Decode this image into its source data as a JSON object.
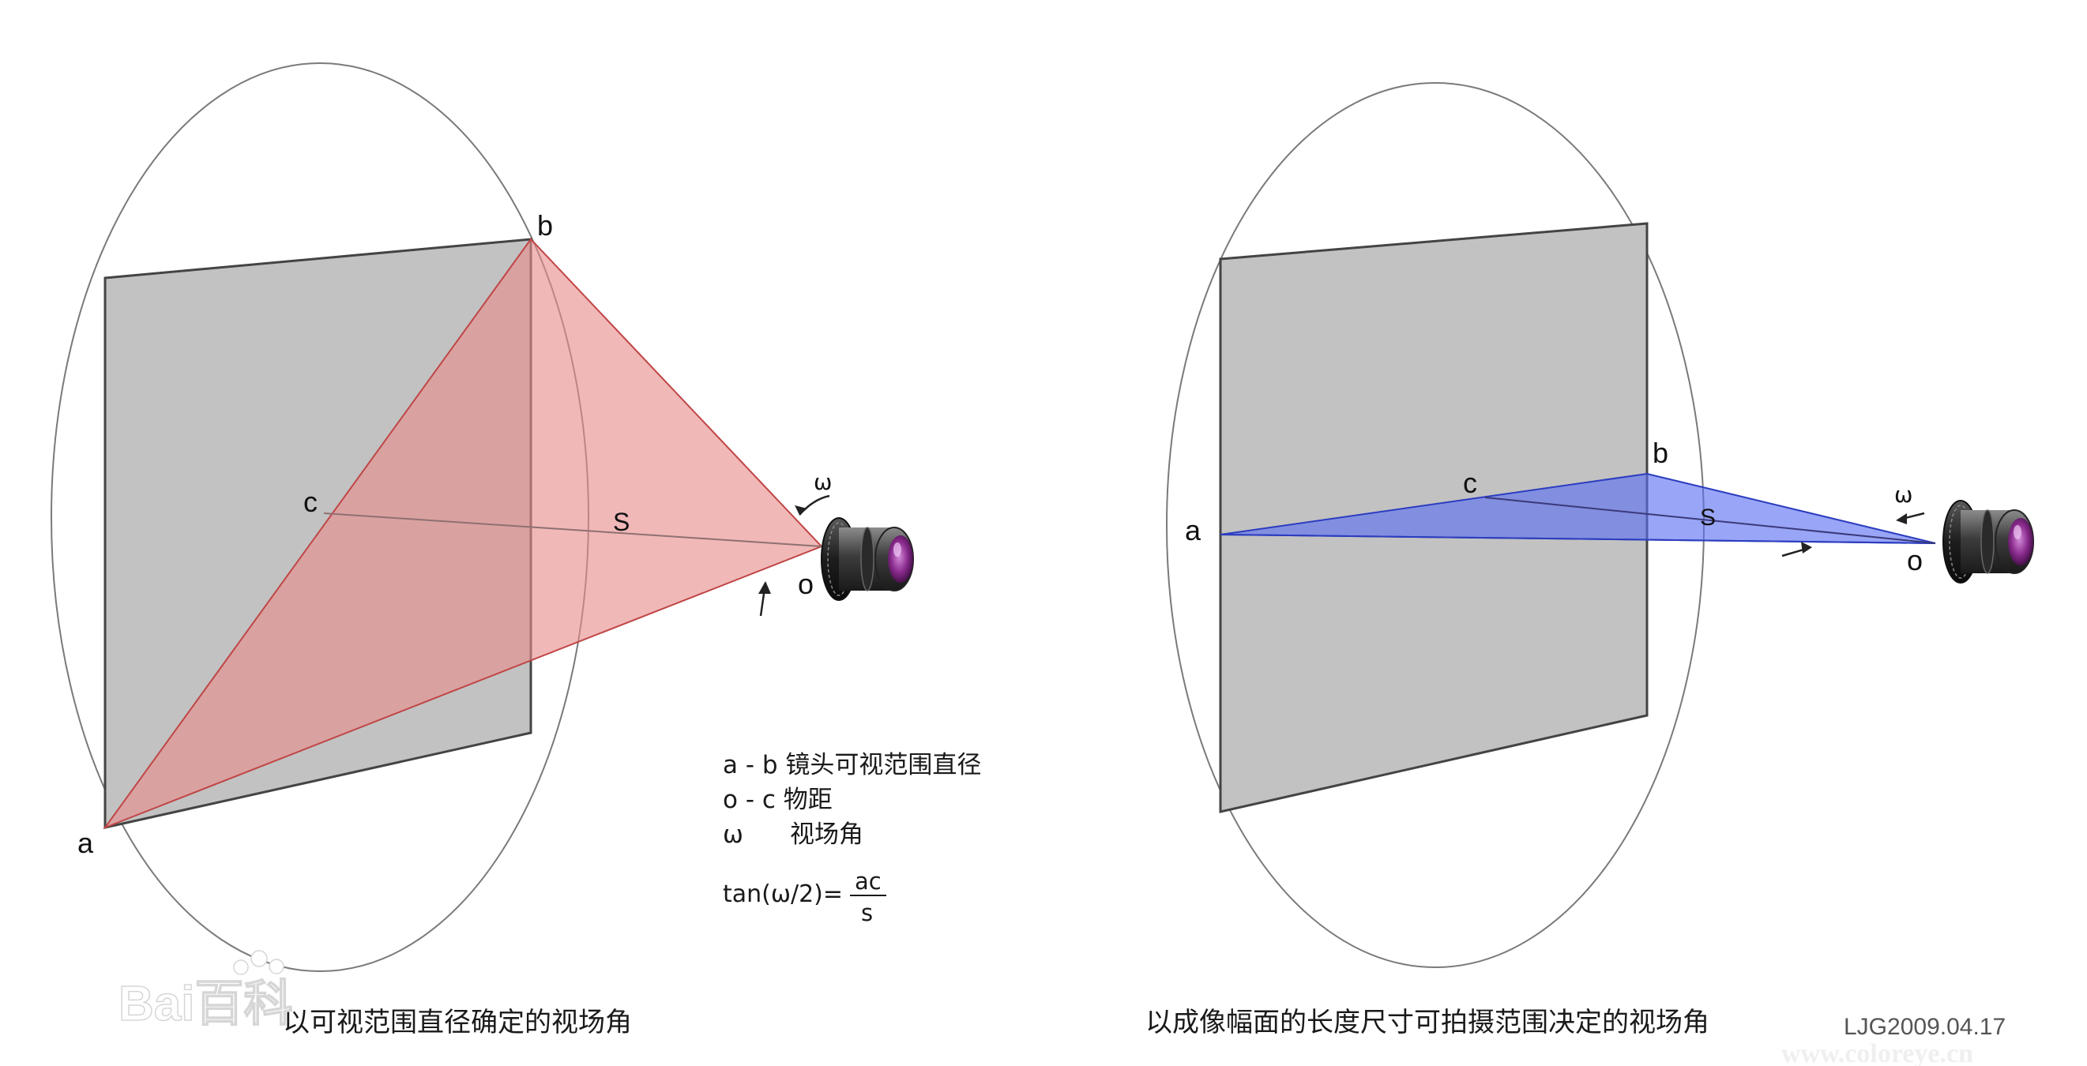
{
  "left_diagram": {
    "point_a": "a",
    "point_b": "b",
    "point_c": "c",
    "point_o": "o",
    "distance_label": "S",
    "angle_label": "ω",
    "legend": {
      "line1": "a - b 镜头可视范围直径",
      "line2": "o - c 物距",
      "line3_symbol": "ω",
      "line3_text": "视场角",
      "formula_prefix": "tan(ω/2)=",
      "formula_numerator": "ac",
      "formula_denominator": "s"
    },
    "caption": "以可视范围直径确定的视场角"
  },
  "right_diagram": {
    "point_a": "a",
    "point_b": "b",
    "point_c": "c",
    "point_o": "o",
    "distance_label": "S",
    "angle_label": "ω",
    "caption": "以成像幅面的长度尺寸可拍摄范围决定的视场角"
  },
  "signature": "LJG2009.04.17",
  "watermarks": {
    "baidu": "Bai百科",
    "site": "www.coloreye.cn"
  },
  "colors": {
    "plane_fill": "#c2c2c2",
    "red_cone": "#e88d8d",
    "blue_cone": "#5a6df0"
  }
}
